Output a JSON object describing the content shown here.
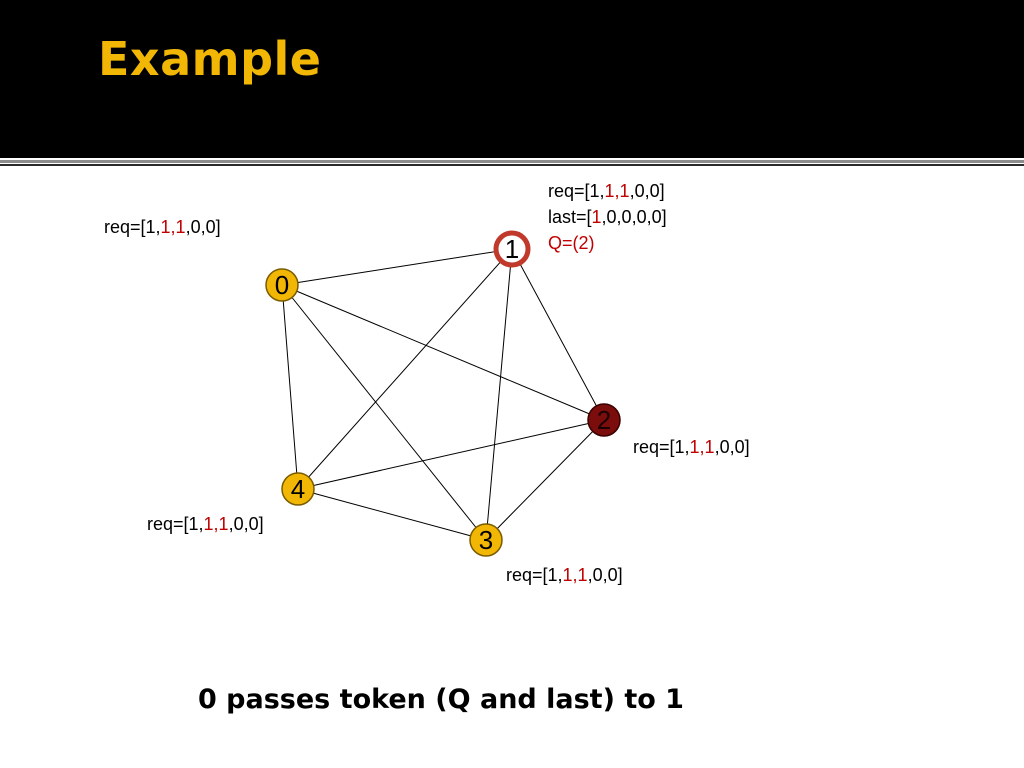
{
  "slide": {
    "title": "Example",
    "caption": "0 passes token (Q and last) to 1"
  },
  "colors": {
    "title_bar": "#000000",
    "title_text": "#f2b705",
    "node_fill": "#f2b705",
    "node_stroke": "#7a5c00",
    "holder_fill": "#ffffff",
    "holder_stroke": "#c0392b",
    "requester_fill": "#7b0d0d",
    "highlight_text": "#c00000",
    "edge": "#000000"
  },
  "graph": {
    "nodes": [
      {
        "id": "0",
        "role": "normal"
      },
      {
        "id": "1",
        "role": "token-holder"
      },
      {
        "id": "2",
        "role": "requester"
      },
      {
        "id": "3",
        "role": "normal"
      },
      {
        "id": "4",
        "role": "normal"
      }
    ],
    "edges": [
      [
        "0",
        "1"
      ],
      [
        "0",
        "2"
      ],
      [
        "0",
        "3"
      ],
      [
        "0",
        "4"
      ],
      [
        "1",
        "2"
      ],
      [
        "1",
        "3"
      ],
      [
        "1",
        "4"
      ],
      [
        "2",
        "3"
      ],
      [
        "2",
        "4"
      ],
      [
        "3",
        "4"
      ]
    ]
  },
  "labels": {
    "node0": {
      "req_prefix": "req=[1,",
      "req_red": "1,1",
      "req_suffix": ",0,0]"
    },
    "node1": {
      "req_prefix": "req=[1,",
      "req_red": "1,1",
      "req_suffix": ",0,0]",
      "last_prefix": "last=[",
      "last_red": "1",
      "last_suffix": ",0,0,0,0]",
      "queue": "Q=(2)"
    },
    "node2": {
      "req_prefix": "req=[1,",
      "req_red": "1,1",
      "req_suffix": ",0,0]"
    },
    "node3": {
      "req_prefix": "req=[1,",
      "req_red": "1,1",
      "req_suffix": ",0,0]"
    },
    "node4": {
      "req_prefix": "req=[1,",
      "req_red": "1,1",
      "req_suffix": ",0,0]"
    }
  }
}
